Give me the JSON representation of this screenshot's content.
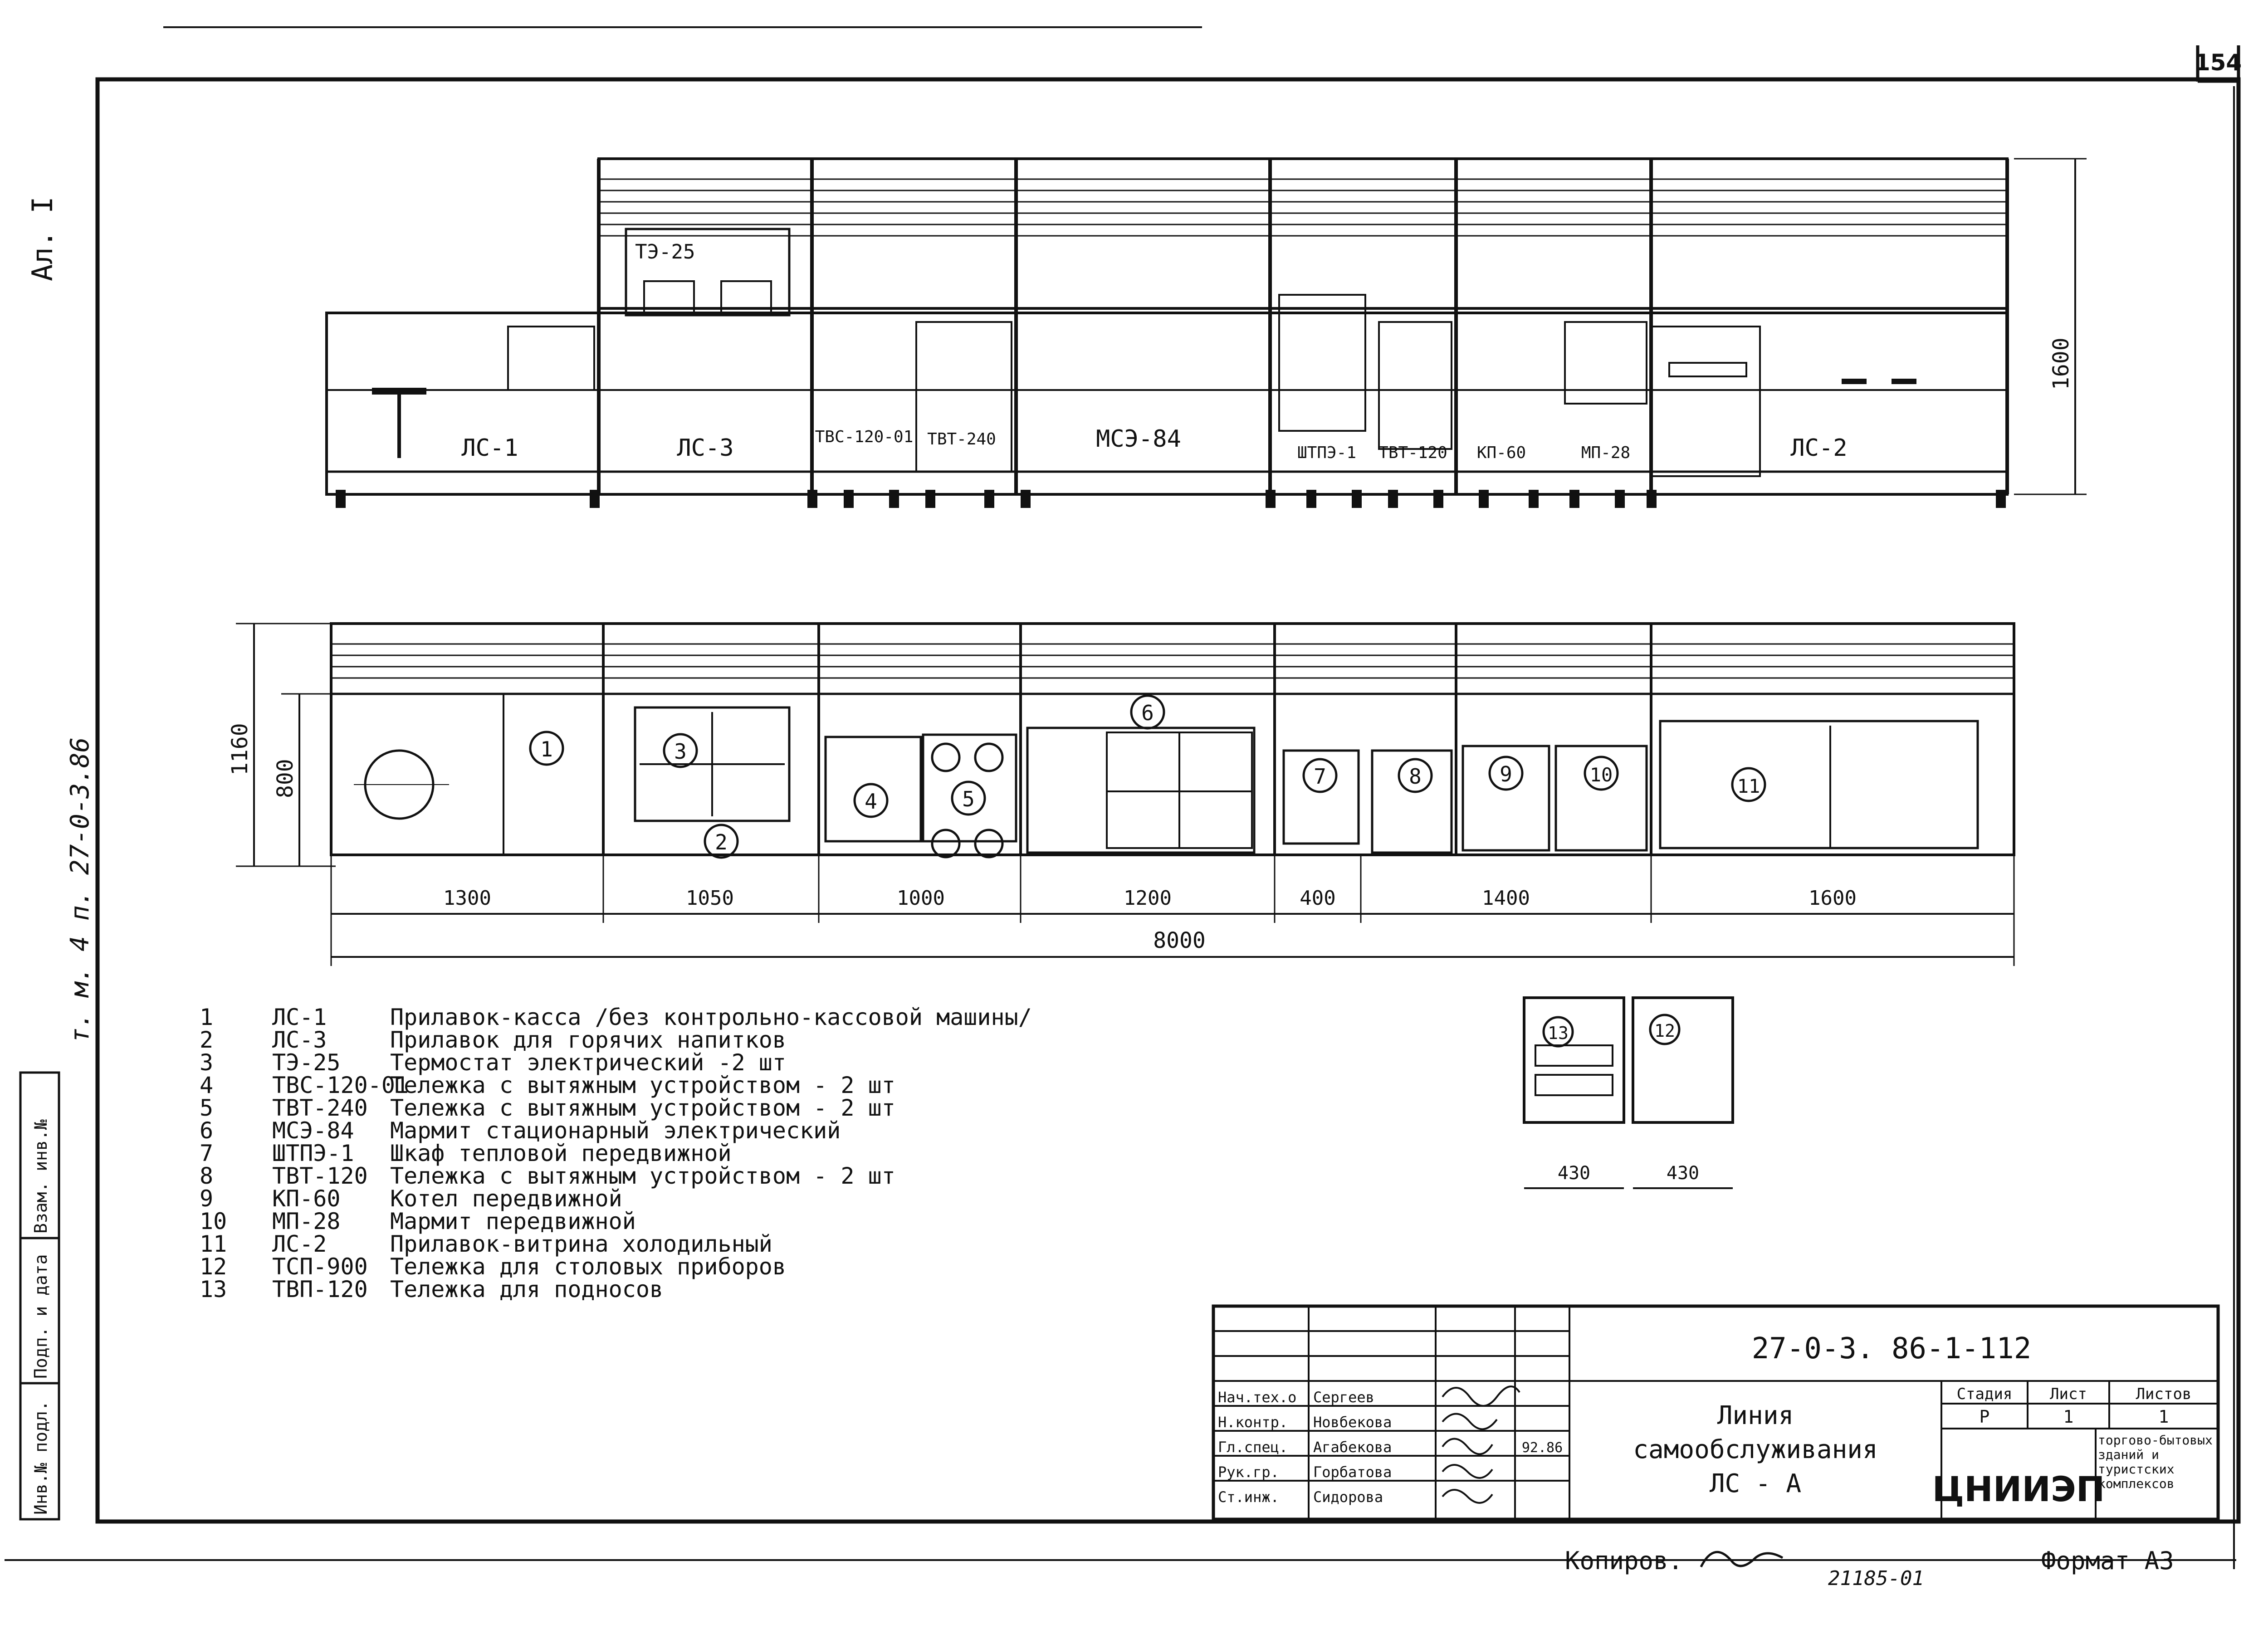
{
  "sheet": {
    "page_number": "154",
    "album": "Ал. I",
    "side_note": "т. м. 4  п. 27-0-3.86",
    "left_stamp": [
      "Инв.№ подл.",
      "Подп. и дата",
      "Взам. инв.№"
    ]
  },
  "elevation": {
    "height_dim": "1600",
    "top_label": "ТЭ-25",
    "units": [
      "ЛС-1",
      "ЛС-3",
      "ТВС-120-01",
      "ТВТ-240",
      "МСЭ-84",
      "ШТПЭ-1",
      "ТВТ-120",
      "КП-60",
      "МП-28",
      "ЛС-2"
    ]
  },
  "plan": {
    "depth_dims": [
      "1160",
      "800"
    ],
    "circled": [
      "1",
      "2",
      "3",
      "4",
      "5",
      "6",
      "7",
      "8",
      "9",
      "10",
      "11",
      "12",
      "13"
    ],
    "dims": [
      "1300",
      "1050",
      "1000",
      "1200",
      "400",
      "1400",
      "1600"
    ],
    "total": "8000",
    "extra_dims": [
      "430",
      "430"
    ]
  },
  "legend": [
    {
      "n": "1",
      "code": "ЛС-1",
      "text": "Прилавок-касса /без контрольно-кассовой машины/"
    },
    {
      "n": "2",
      "code": "ЛС-3",
      "text": "Прилавок для горячих напитков"
    },
    {
      "n": "3",
      "code": "ТЭ-25",
      "text": "Термостат электрический -2 шт"
    },
    {
      "n": "4",
      "code": "ТВС-120-01",
      "text": "Тележка с вытяжным устройством - 2 шт"
    },
    {
      "n": "5",
      "code": "ТВТ-240",
      "text": "Тележка с вытяжным устройством - 2 шт"
    },
    {
      "n": "6",
      "code": "МСЭ-84",
      "text": "Мармит стационарный электрический"
    },
    {
      "n": "7",
      "code": "ШТПЭ-1",
      "text": "Шкаф тепловой передвижной"
    },
    {
      "n": "8",
      "code": "ТВТ-120",
      "text": "Тележка с вытяжным устройством - 2 шт"
    },
    {
      "n": "9",
      "code": "КП-60",
      "text": "Котел передвижной"
    },
    {
      "n": "10",
      "code": "МП-28",
      "text": "Мармит передвижной"
    },
    {
      "n": "11",
      "code": "ЛС-2",
      "text": "Прилавок-витрина холодильный"
    },
    {
      "n": "12",
      "code": "ТСП-900",
      "text": "Тележка для столовых приборов"
    },
    {
      "n": "13",
      "code": "ТВП-120",
      "text": "Тележка для подносов"
    }
  ],
  "title_block": {
    "code": "27-0-3. 86-1-112",
    "name_lines": [
      "Линия",
      "самообслуживания",
      "ЛС - А"
    ],
    "roles": [
      "Нач.тех.о",
      "Н.контр.",
      "Гл.спец.",
      "Рук.гр.",
      "Ст.инж."
    ],
    "people": [
      "Сергеев",
      "Новбекова",
      "Агабекова",
      "Горбатова",
      "Сидорова"
    ],
    "date": "92.86",
    "stage_headers": [
      "Стадия",
      "Лист",
      "Листов"
    ],
    "stage_values": [
      "Р",
      "1",
      "1"
    ],
    "org": "ЦНИИЭП",
    "org_sub": "торгово-бытовых зданий и туристских комплексов"
  },
  "footer": {
    "copied": "Копиров.",
    "doc_no": "21185-01",
    "format": "Формат А3"
  }
}
